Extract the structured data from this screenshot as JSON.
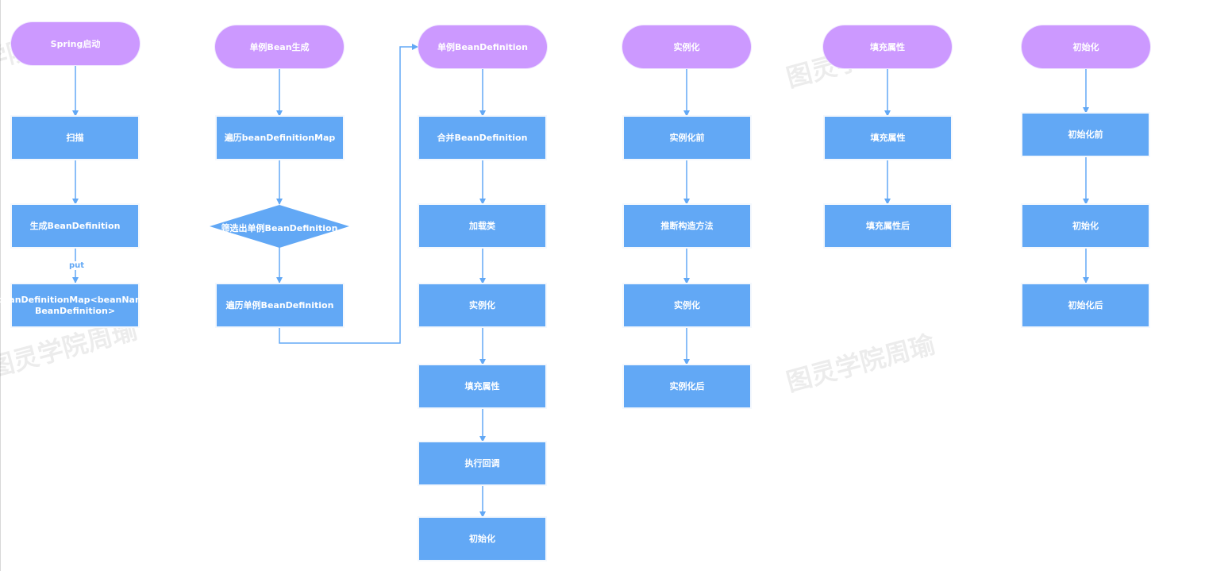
{
  "watermark": "图灵学院周瑜",
  "colors": {
    "terminal": "#cc99ff",
    "process": "#62a8f5",
    "line": "#62a8f5"
  },
  "columns": [
    {
      "start": "Spring启动",
      "steps": [
        "扫描",
        "生成BeanDefinition",
        "beanDefinitionMap<beanName, BeanDefinition>"
      ],
      "edge_label": "put"
    },
    {
      "start": "单例Bean生成",
      "steps": [
        "遍历beanDefinitionMap",
        "筛选出单例BeanDefinition",
        "遍历单例BeanDefinition"
      ]
    },
    {
      "start": "单例BeanDefinition",
      "steps": [
        "合并BeanDefinition",
        "加载类",
        "实例化",
        "填充属性",
        "执行回调",
        "初始化"
      ]
    },
    {
      "start": "实例化",
      "steps": [
        "实例化前",
        "推断构造方法",
        "实例化",
        "实例化后"
      ]
    },
    {
      "start": "填充属性",
      "steps": [
        "填充属性",
        "填充属性后"
      ]
    },
    {
      "start": "初始化",
      "steps": [
        "初始化前",
        "初始化",
        "初始化后"
      ]
    }
  ]
}
